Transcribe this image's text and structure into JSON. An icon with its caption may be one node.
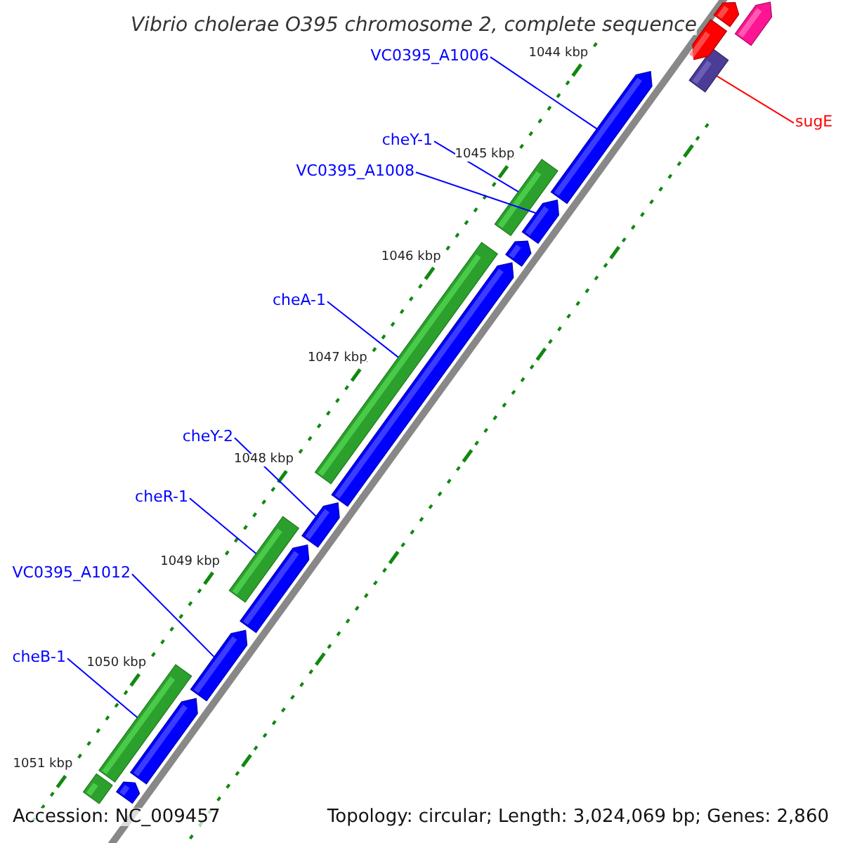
{
  "diagram": {
    "title": "Vibrio cholerae O395 chromosome 2, complete sequence",
    "nodes": [
      {
        "text": [
          "VC0395_A1006"
        ]
      },
      {
        "text": [],
        "shape": "arrow"
      },
      {
        "text": [
          "cheY-1"
        ]
      },
      {
        "text": [],
        "shape": "box"
      },
      {
        "text": [
          "VC0395_A1008"
        ]
      },
      {
        "text": [],
        "shape": "arrow"
      },
      {
        "text": [
          "cheA-1"
        ]
      },
      {
        "text": [],
        "shape": "box"
      },
      {
        "text": [
          "cheY-2"
        ]
      },
      {
        "text": [],
        "shape": "arrow"
      },
      {
        "text": [
          "cheR-1"
        ]
      },
      {
        "text": [],
        "shape": "box"
      },
      {
        "text": [
          "VC0395_A1012"
        ]
      },
      {
        "text": [],
        "shape": "arrow"
      },
      {
        "text": [
          "cheB-1"
        ]
      },
      {
        "text": [],
        "shape": "box"
      },
      {
        "text": [
          "sugE"
        ]
      },
      {
        "text": [],
        "shape": "box"
      },
      {
        "text": [],
        "shape": "arrow"
      },
      {
        "text": [],
        "shape": "arrow"
      },
      {
        "text": [],
        "shape": "arrow"
      },
      {
        "text": [],
        "shape": "arrow"
      },
      {
        "text": [],
        "shape": "arrow"
      },
      {
        "text": [],
        "shape": "box"
      },
      {
        "text": [],
        "shape": "arrow"
      },
      {
        "text": [],
        "shape": "arrow"
      },
      {
        "text": [],
        "shape": "arrow"
      }
    ],
    "edges": [
      {
        "from": 0,
        "to": 1,
        "arrow": "none"
      },
      {
        "from": 2,
        "to": 3,
        "arrow": "none"
      },
      {
        "from": 4,
        "to": 5,
        "arrow": "none"
      },
      {
        "from": 6,
        "to": 7,
        "arrow": "none"
      },
      {
        "from": 8,
        "to": 9,
        "arrow": "none"
      },
      {
        "from": 10,
        "to": 11,
        "arrow": "none"
      },
      {
        "from": 12,
        "to": 13,
        "arrow": "none"
      },
      {
        "from": 14,
        "to": 15,
        "arrow": "none"
      },
      {
        "from": 16,
        "to": 17,
        "arrow": "none",
        "color": "#ff0000"
      }
    ],
    "labels": [
      "1044 kbp",
      "1045 kbp",
      "1046 kbp",
      "1047 kbp",
      "1048 kbp",
      "1049 kbp",
      "1050 kbp",
      "1051 kbp",
      "Accession: NC_009457",
      "Topology: circular; Length: 3,024,069 bp; Genes: 2,860"
    ]
  }
}
